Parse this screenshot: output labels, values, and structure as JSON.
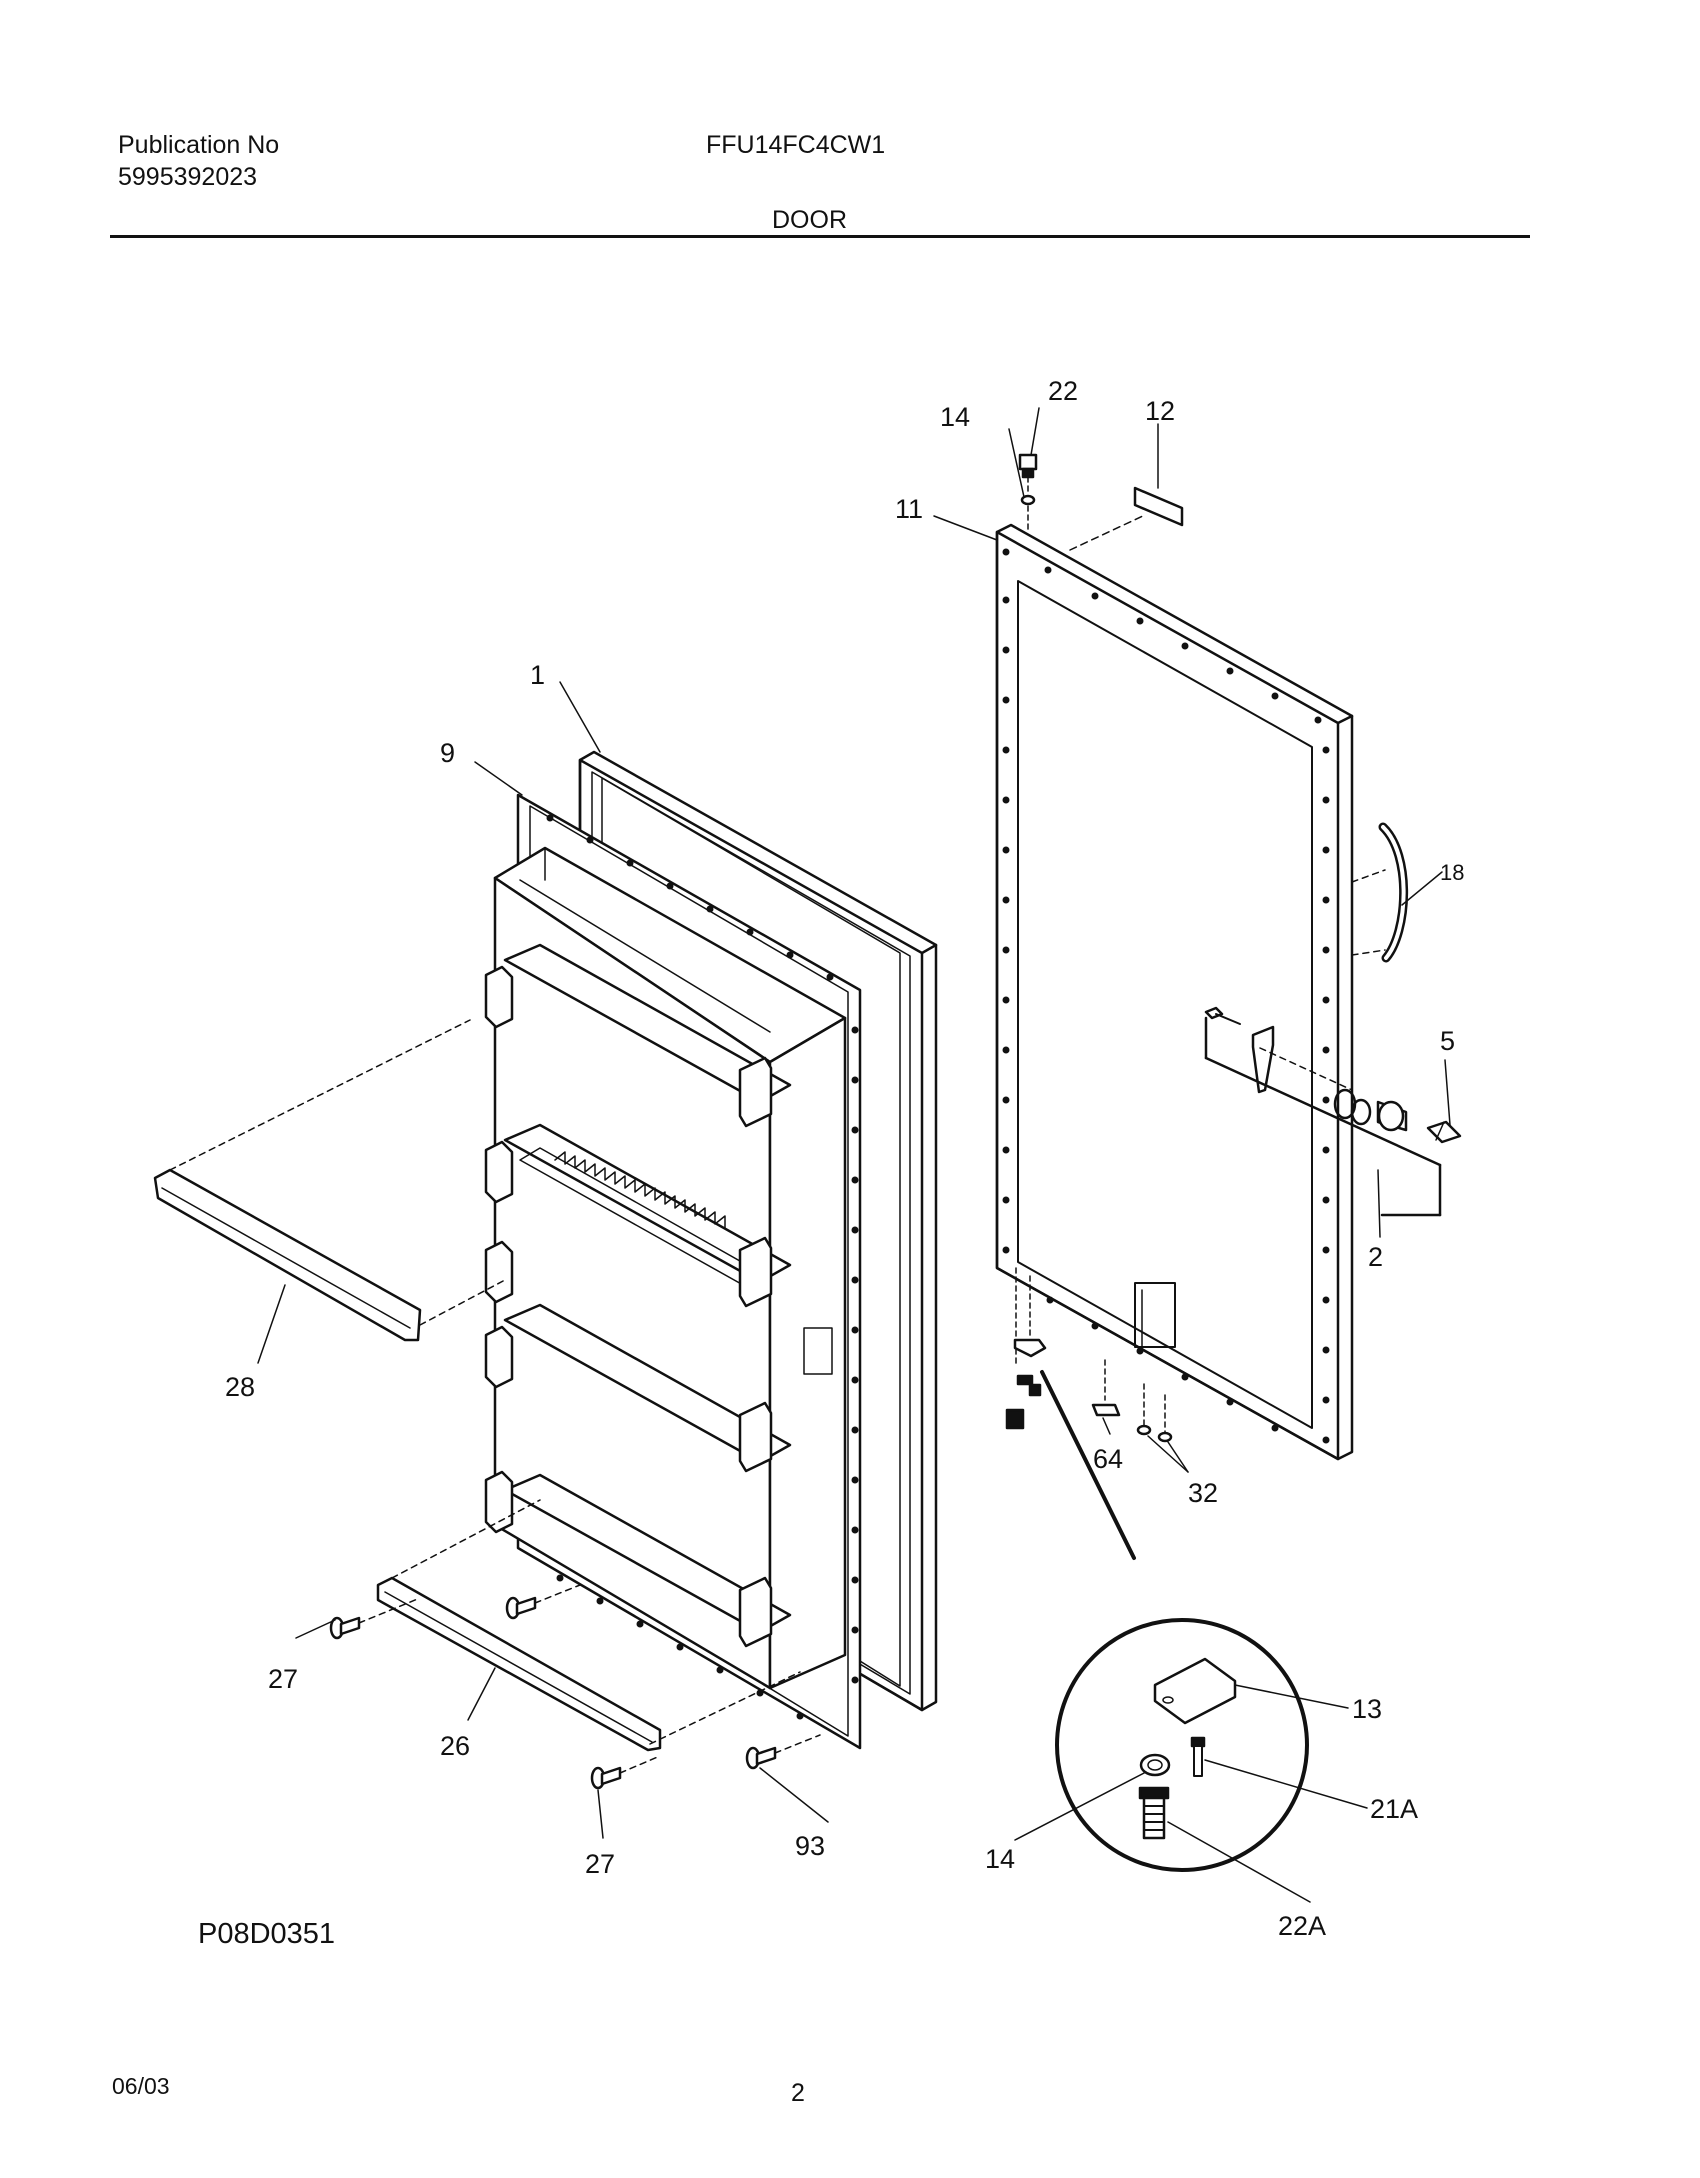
{
  "header": {
    "publication_label": "Publication No",
    "publication_number": "5995392023",
    "model": "FFU14FC4CW1",
    "section": "DOOR"
  },
  "callouts": {
    "c22": "22",
    "c14_top": "14",
    "c12": "12",
    "c11": "11",
    "c1": "1",
    "c9": "9",
    "c18": "18",
    "c5": "5",
    "c2": "2",
    "c28": "28",
    "c64": "64",
    "c32": "32",
    "c27_upper": "27",
    "c26": "26",
    "c27_lower": "27",
    "c93": "93",
    "c13": "13",
    "c21a": "21A",
    "c14_detail": "14",
    "c22a": "22A"
  },
  "drawing_code": "P08D0351",
  "footer": {
    "date": "06/03",
    "page": "2"
  }
}
